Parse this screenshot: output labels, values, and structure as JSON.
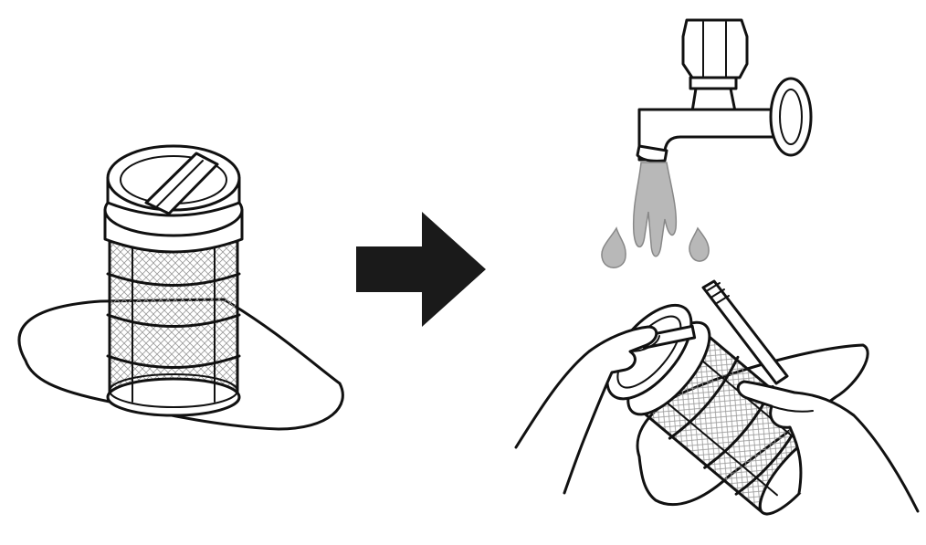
{
  "diagram": {
    "step_before": "filter-in-place",
    "step_after": "filter-rinsed-under-tap",
    "arrow_direction": "right",
    "colors": {
      "line": "#111111",
      "arrow_fill": "#1a1a1a",
      "water": "#b8b8b8",
      "mesh": "#888888",
      "background": "#ffffff"
    }
  }
}
